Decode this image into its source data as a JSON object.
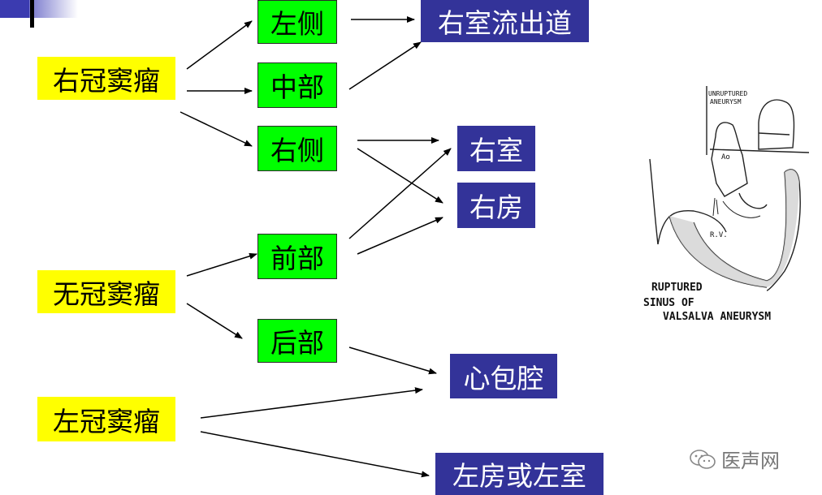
{
  "nodes": {
    "right_sinus": "右冠窦瘤",
    "non_sinus": "无冠窦瘤",
    "left_sinus": "左冠窦瘤",
    "left_side": "左侧",
    "middle": "中部",
    "right_side": "右侧",
    "anterior": "前部",
    "posterior": "后部",
    "rvot": "右室流出道",
    "rv": "右室",
    "ra": "右房",
    "pericardium": "心包腔",
    "la_or_lv": "左房或左室"
  },
  "figure": {
    "label_unruptured": "UNRUPTURED",
    "label_aneurysm": "ANEURYSM",
    "label_ao": "Ao",
    "label_rv": "R.V.",
    "caption_1": "RUPTURED",
    "caption_2": "SINUS OF",
    "caption_3": "VALSALVA ANEURYSM"
  },
  "watermark": {
    "text": "医声网",
    "icon": "wechat-icon"
  },
  "colors": {
    "yellow": "#ffff00",
    "green": "#00ff00",
    "blue": "#333399"
  }
}
